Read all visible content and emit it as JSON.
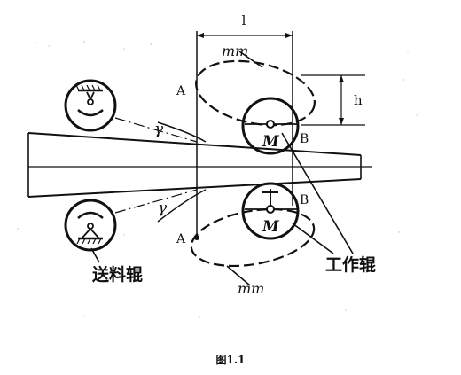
{
  "figure": {
    "labels": {
      "dim_l": "l",
      "dim_h": "h",
      "mm_top": "mm",
      "mm_bottom": "mm",
      "point_A_top": "A",
      "point_A_bottom": "A",
      "point_B_top": "B",
      "point_B_bottom": "B",
      "gamma_top": "γ",
      "gamma_bottom": "γ",
      "M_top": "M",
      "M_bottom": "M",
      "work_roll": "工作辊",
      "feed_roll": "送料辊"
    },
    "caption": "图1.1"
  }
}
